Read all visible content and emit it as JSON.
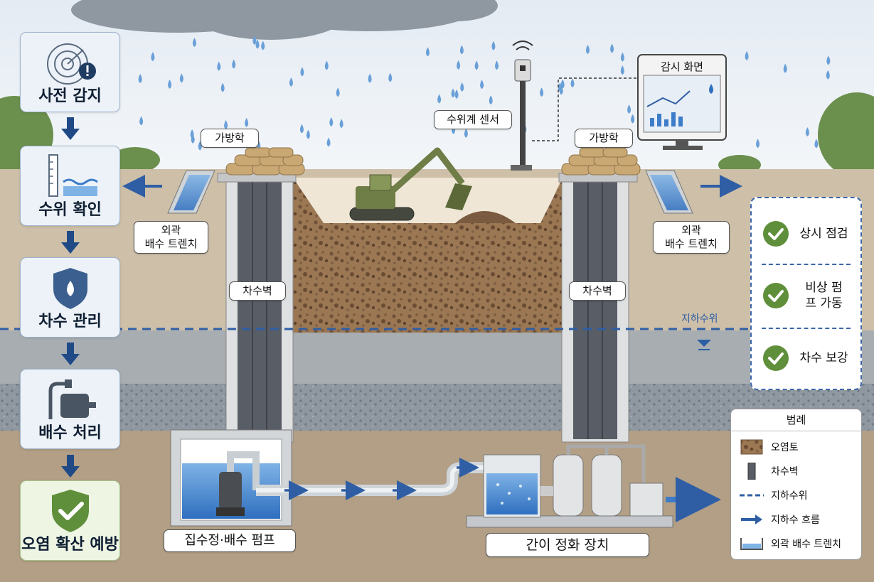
{
  "steps": [
    {
      "label": "사전 감지",
      "icon": "radar-warning-icon"
    },
    {
      "label": "수위 확인",
      "icon": "water-level-icon"
    },
    {
      "label": "차수 관리",
      "icon": "shield-drop-icon"
    },
    {
      "label": "배수 처리",
      "icon": "pump-icon"
    },
    {
      "label": "오염 확산 예방",
      "icon": "shield-check-icon"
    }
  ],
  "labels": {
    "sandbag_left": "가방학",
    "sandbag_right": "가방학",
    "sensor": "수위계 센서",
    "monitor": "감시 화면",
    "trench_left": [
      "외곽",
      "배수 트렌치"
    ],
    "trench_right": [
      "외곽",
      "배수 트렌치"
    ],
    "wall_left": "차수벽",
    "wall_right": "차수벽",
    "groundwater": "지하수위",
    "sump": "집수정·배수 펌프",
    "treatment": "간이 정화 장치"
  },
  "checklist": [
    "상시 점검",
    "비상 펌프 가동",
    "차수 보강"
  ],
  "legend": {
    "title": "범례",
    "items": [
      "오염토",
      "차수벽",
      "지하수위",
      "지하수 흐름",
      "외곽 배수 트렌치"
    ]
  },
  "colors": {
    "accent": "#2f5ea5",
    "water": "#3d7cc9",
    "check_green": "#5f8f3a",
    "wall": "#4f545c",
    "contaminated_soil": "#8a6a4b"
  }
}
